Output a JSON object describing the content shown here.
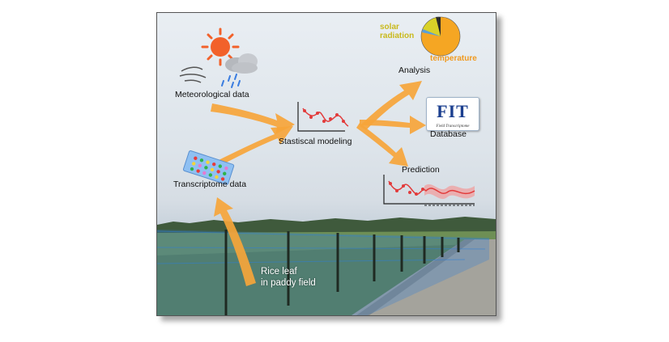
{
  "labels": {
    "meteorological": "Meteorological data",
    "transcriptome": "Transcriptome data",
    "modeling": "Stastiscal modeling",
    "analysis": "Analysis",
    "database": "Database",
    "prediction": "Prediction",
    "rice_line1": "Rice leaf",
    "rice_line2": "in paddy field",
    "solar_line1": "solar",
    "solar_line2": "radiation",
    "temperature": "temperature",
    "logo_text": "FIT",
    "logo_sub": "Field Transcriptome"
  },
  "colors": {
    "arrow": "#f6a53a",
    "sun": "#f2612a",
    "pie_main": "#f5a623",
    "pie_yellow": "#d9d228",
    "solar_text": "#c9b91c",
    "temp_text": "#f09a20",
    "net": "#2f7fd6"
  },
  "icons": [
    "sun-icon",
    "cloud-icon",
    "wind-icon",
    "rain-icon",
    "microarray-chip-icon",
    "fit-logo-icon"
  ]
}
